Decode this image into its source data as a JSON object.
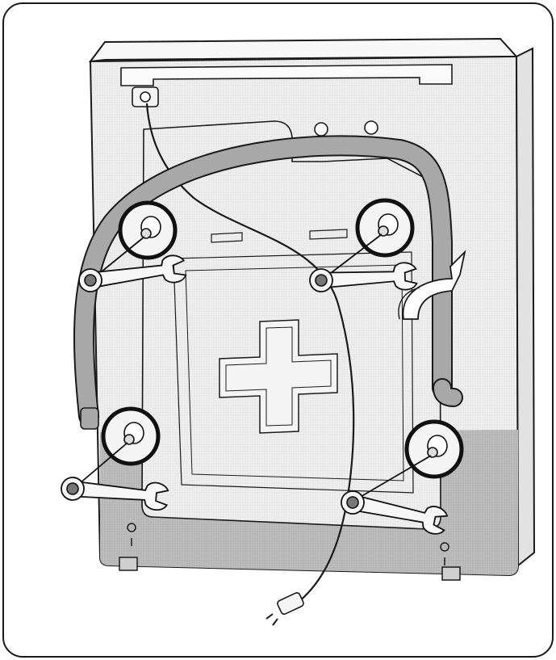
{
  "diagram": {
    "kind": "washer-rear-view-shipping-bolt-removal",
    "colors": {
      "outline": "#1a1a1a",
      "panel_light": "#f3f3f3",
      "panel_mid": "#dcdcdc",
      "panel_dark": "#b9b9b9",
      "hose": "#9a9a9a",
      "highlight_ring": "#111111",
      "background": "#ffffff"
    },
    "icons": {
      "wrench": "wrench-icon",
      "bolt": "shipping-bolt-icon",
      "plug": "power-plug-icon",
      "arrow": "curved-arrow-icon"
    },
    "callouts": [
      {
        "name": "top-left-bolt"
      },
      {
        "name": "top-right-bolt"
      },
      {
        "name": "bottom-left-bolt"
      },
      {
        "name": "bottom-right-bolt"
      }
    ]
  }
}
